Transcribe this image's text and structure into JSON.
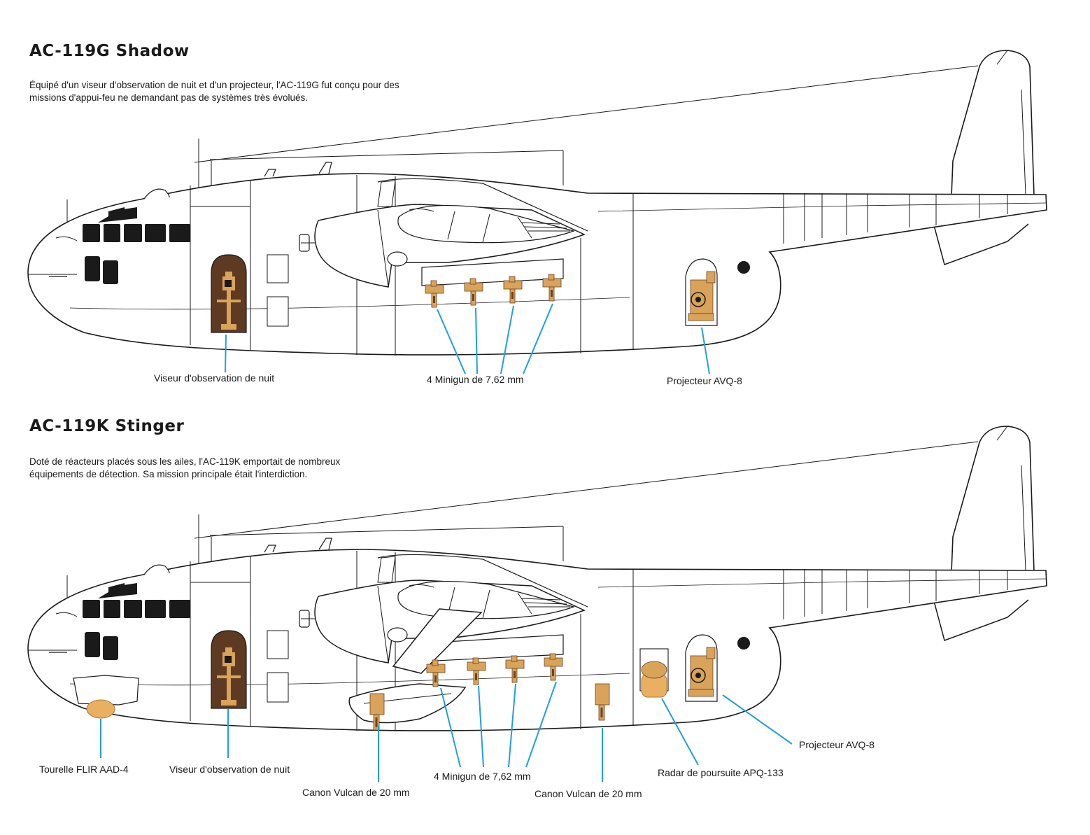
{
  "shadow": {
    "title": "AC-119G Shadow",
    "description": "Équipé d'un viseur d'observation de nuit et d'un projecteur, l'AC-119G fut conçu pour des missions d'appui-feu ne demandant pas de systèmes très évolués.",
    "labels": {
      "night_sight": "Viseur d'observation de nuit",
      "miniguns": "4 Minigun de 7,62 mm",
      "searchlight": "Projecteur AVQ-8"
    }
  },
  "stinger": {
    "title": "AC-119K Stinger",
    "description": "Doté de réacteurs placés sous les ailes, l'AC-119K emportait de nombreux équipements de détection. Sa mission principale était l'interdiction.",
    "labels": {
      "flir": "Tourelle FLIR AAD-4",
      "night_sight": "Viseur d'observation de nuit",
      "vulcan_front": "Canon Vulcan de 20 mm",
      "miniguns": "4 Minigun de 7,62 mm",
      "vulcan_rear": "Canon Vulcan de 20 mm",
      "radar": "Radar de poursuite APQ-133",
      "searchlight": "Projecteur AVQ-8"
    }
  },
  "colors": {
    "leader_line": "#1ea0dc",
    "equipment": "#d9a35a",
    "equipment_dark": "#6b4425",
    "outline": "#1a1a1a"
  }
}
